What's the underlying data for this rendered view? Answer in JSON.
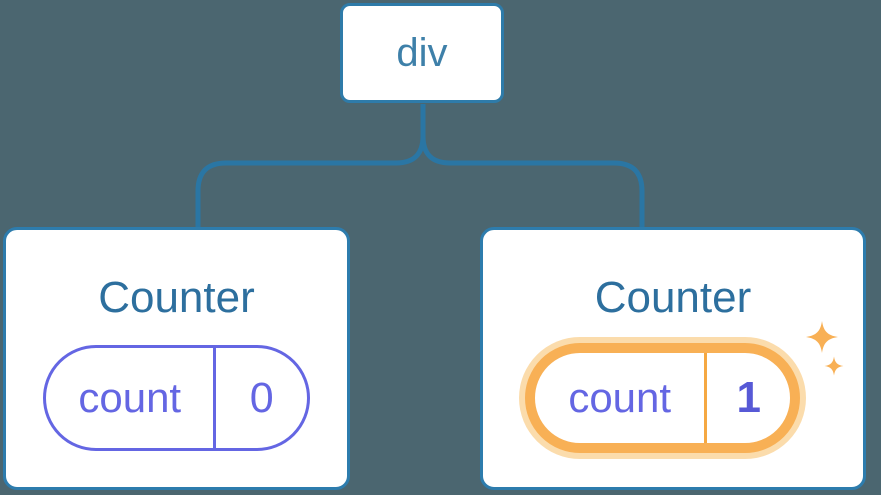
{
  "diagram": {
    "description": "React component tree diagram: a div root element with two Counter children showing separate state pills",
    "root": {
      "label": "div"
    },
    "children": [
      {
        "title": "Counter",
        "state": {
          "key": "count",
          "value": "0"
        },
        "highlighted": false
      },
      {
        "title": "Counter",
        "state": {
          "key": "count",
          "value": "1"
        },
        "highlighted": true,
        "badge": "sparkles"
      }
    ]
  },
  "colors": {
    "background": "#4B6670",
    "node_fill": "#FFFFFF",
    "node_border_blue": "#2D7CAD",
    "connector_blue": "#2A76A4",
    "root_label_blue": "#3E80A9",
    "title_blue": "#2D6F9E",
    "state_purple": "#6466E3",
    "state_value_purple": "#5759D6",
    "highlight_orange": "#F8B055",
    "highlight_halo": "#FBDCAC"
  }
}
